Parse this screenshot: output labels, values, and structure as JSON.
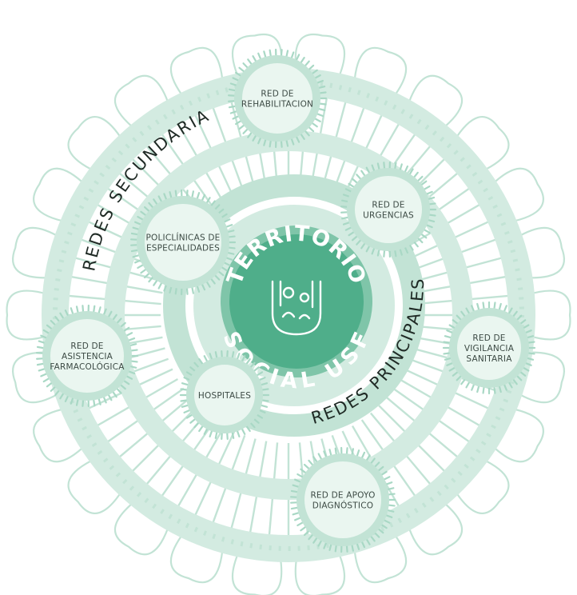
{
  "palette": {
    "ring_light": "#d3ebe1",
    "ring_mid": "#c2e3d5",
    "ring_dark": "#7fc5a9",
    "center_fill": "#4fae8a",
    "center_rim": "#7fc5a9",
    "node_outer": "#c2e3d5",
    "node_inner": "#eaf6f0",
    "node_spikes": "#a9d8c5",
    "text_dark": "#1f2a25",
    "text_node": "#3c4a44"
  },
  "center": {
    "line1": "TERRITORIO",
    "line2": "SOCIAL USF",
    "icon": "hand-with-people-icon"
  },
  "arc_labels": {
    "secondary": "REDES SECUNDARIAS",
    "primary": "REDES PRINCIPALES"
  },
  "nodes": [
    {
      "id": "red-rehabilitacion",
      "lines": [
        "RED DE",
        "REHABILITACION"
      ]
    },
    {
      "id": "red-urgencias",
      "lines": [
        "RED DE",
        "URGENCIAS"
      ]
    },
    {
      "id": "policlinicas",
      "lines": [
        "POLICLÍNICAS DE",
        "ESPECIALIDADES"
      ]
    },
    {
      "id": "red-asistencia",
      "lines": [
        "RED DE",
        "ASISTENCIA",
        "FARMACOLÓGICA"
      ]
    },
    {
      "id": "red-vigilancia",
      "lines": [
        "RED DE",
        "VIGILANCIA",
        "SANITARIA"
      ]
    },
    {
      "id": "hospitales",
      "lines": [
        "HOSPITALES"
      ]
    },
    {
      "id": "red-apoyo",
      "lines": [
        "RED DE APOYO",
        "DIAGNÓSTICO"
      ]
    }
  ]
}
